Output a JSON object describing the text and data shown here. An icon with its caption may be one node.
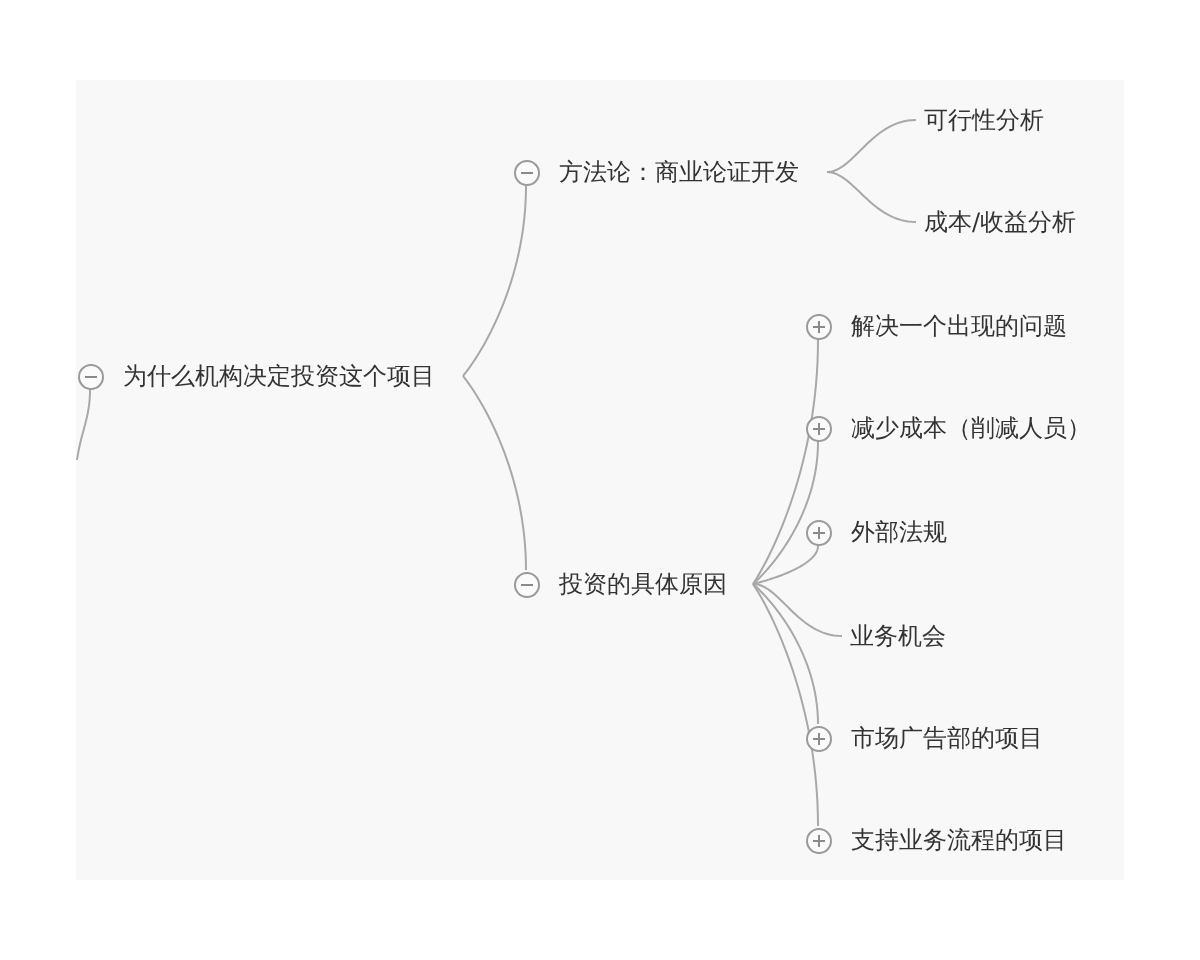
{
  "diagram": {
    "nodes": [
      {
        "text": [
          "为什么机构决定投资这个项目"
        ]
      },
      {
        "text": [
          "方法论：商业论证开发"
        ]
      },
      {
        "text": [
          "可行性分析"
        ]
      },
      {
        "text": [
          "成本/收益分析"
        ]
      },
      {
        "text": [
          "投资的具体原因"
        ]
      },
      {
        "text": [
          "解决一个出现的问题"
        ]
      },
      {
        "text": [
          "减少成本（削减人员）"
        ]
      },
      {
        "text": [
          "外部法规"
        ]
      },
      {
        "text": [
          "业务机会"
        ]
      },
      {
        "text": [
          "市场广告部的项目"
        ]
      },
      {
        "text": [
          "支持业务流程的项目"
        ]
      }
    ],
    "edges": [
      {
        "from": null,
        "to": 0,
        "arrow": "none"
      },
      {
        "from": 0,
        "to": 1,
        "arrow": "none"
      },
      {
        "from": 0,
        "to": 4,
        "arrow": "none"
      },
      {
        "from": 1,
        "to": 2,
        "arrow": "none"
      },
      {
        "from": 1,
        "to": 3,
        "arrow": "none"
      },
      {
        "from": 4,
        "to": 5,
        "arrow": "none"
      },
      {
        "from": 4,
        "to": 6,
        "arrow": "none"
      },
      {
        "from": 4,
        "to": 7,
        "arrow": "none"
      },
      {
        "from": 4,
        "to": 8,
        "arrow": "none"
      },
      {
        "from": 4,
        "to": 9,
        "arrow": "none"
      },
      {
        "from": 4,
        "to": 10,
        "arrow": "none"
      }
    ]
  }
}
